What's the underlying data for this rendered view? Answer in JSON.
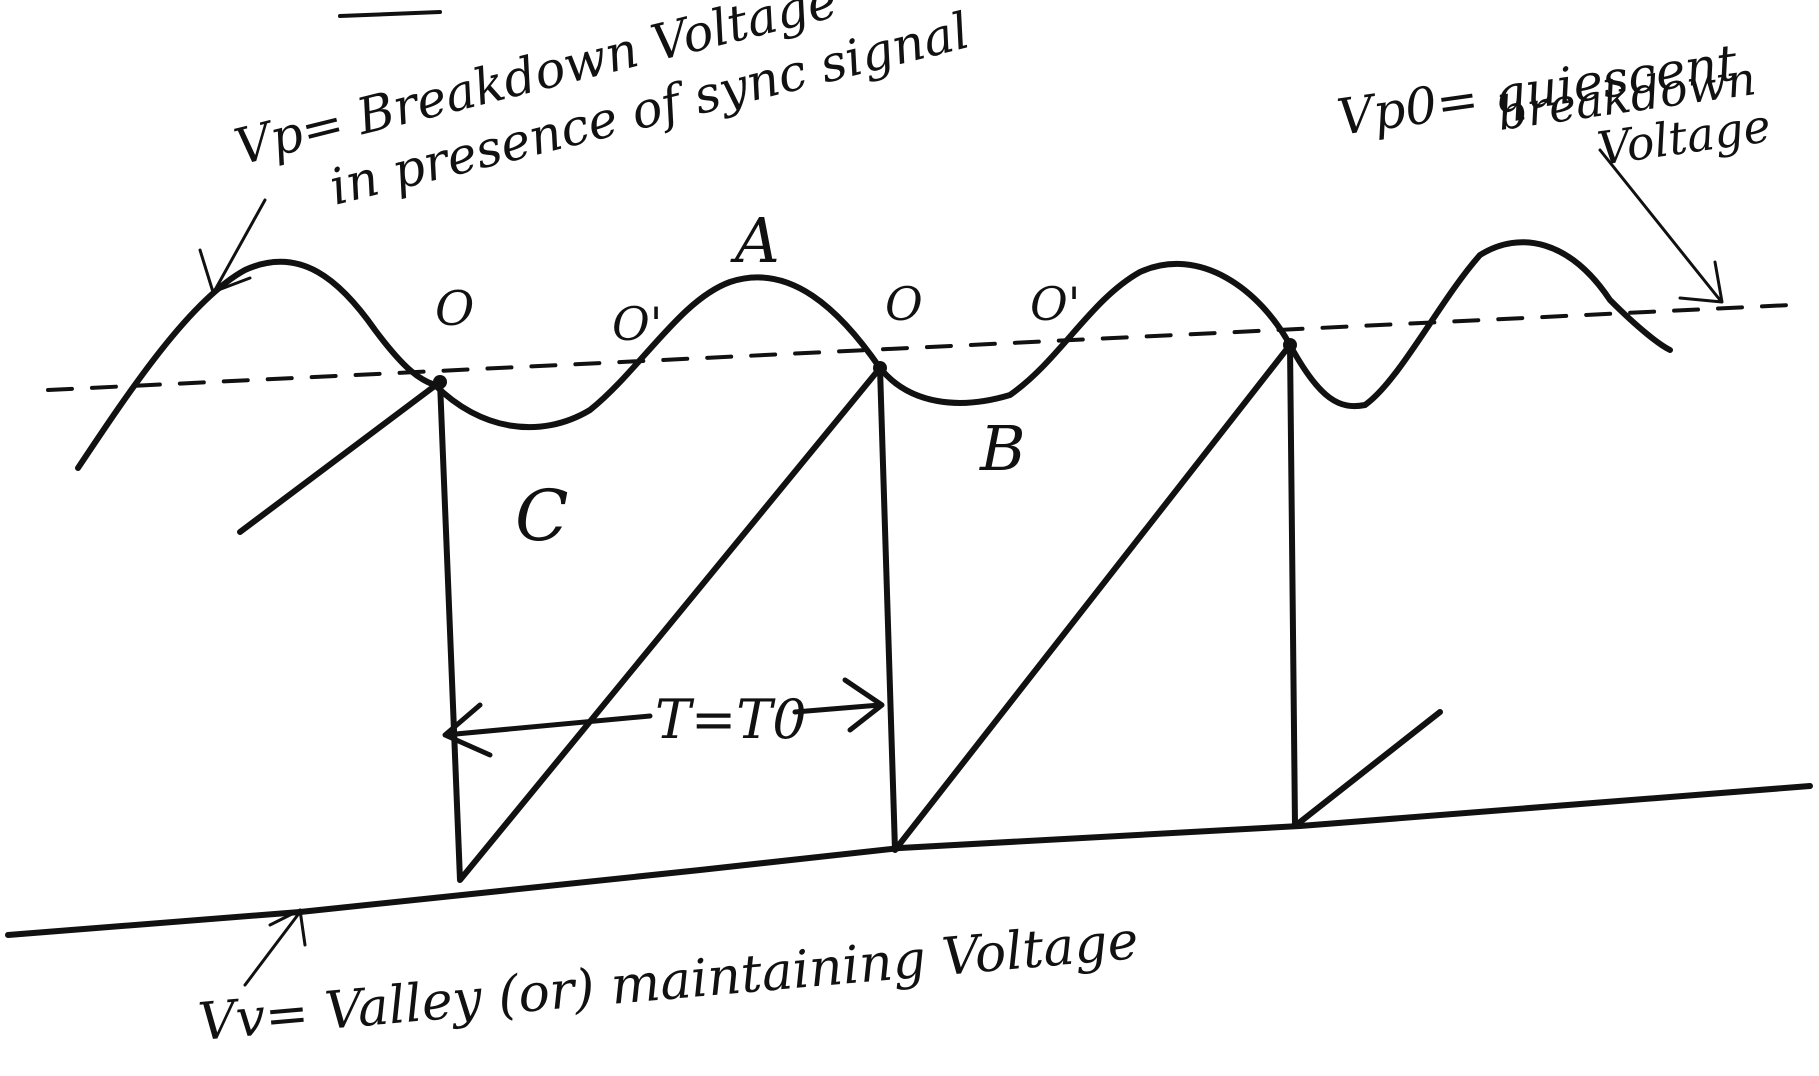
{
  "annotations": {
    "vp_line1": "Vp= Breakdown Voltage",
    "vp_line2": "in presence of sync signal",
    "vp0_line1": "Vp0= quiescent",
    "vp0_line2": "breakdown",
    "vp0_line3": "Voltage",
    "vv_label": "Vv= Valley (or) maintaining Voltage",
    "period_label": "T=T0"
  },
  "point_labels": {
    "A": "A",
    "B": "B",
    "C": "C",
    "O": "O",
    "O_prime": "O'",
    "O2": "O",
    "O2_prime": "O'"
  },
  "colors": {
    "ink": "#111111",
    "background": "#ffffff"
  }
}
